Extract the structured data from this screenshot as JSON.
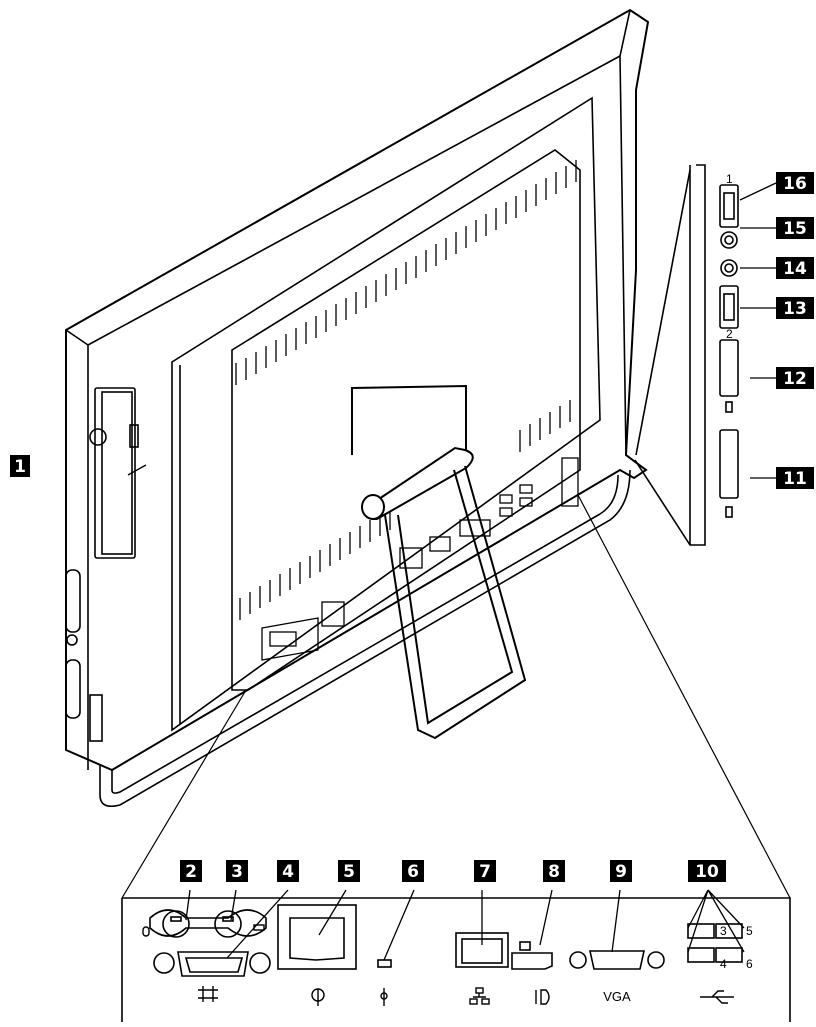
{
  "callouts": {
    "c1": "1",
    "c2": "2",
    "c3": "3",
    "c4": "4",
    "c5": "5",
    "c6": "6",
    "c7": "7",
    "c8": "8",
    "c9": "9",
    "c10": "10",
    "c11": "11",
    "c12": "12",
    "c13": "13",
    "c14": "14",
    "c15": "15",
    "c16": "16"
  },
  "labels": {
    "vga": "VGA",
    "usb3_3": "3",
    "usb3_4": "4",
    "usb3_5": "5",
    "usb3_6": "6",
    "side_usb_1": "1",
    "side_usb_2": "2"
  },
  "colors": {
    "outline": "#000000",
    "callout_bg": "#000000",
    "callout_fg": "#ffffff",
    "background": "#ffffff"
  }
}
